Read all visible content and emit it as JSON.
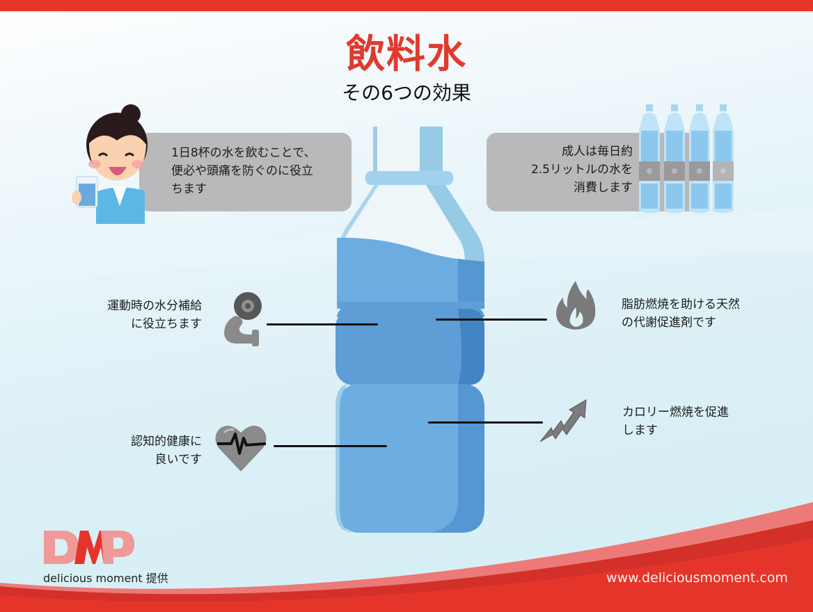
{
  "header": {
    "title": "飲料水",
    "subtitle": "その6つの効果"
  },
  "bubbles": {
    "left": {
      "lines": [
        "1日8杯の水を飲むことで、",
        "便必や頭痛を防ぐのに役立",
        "ちます"
      ]
    },
    "right": {
      "lines": [
        "成人は毎日約",
        "2.5リットルの水を",
        "消費します"
      ]
    }
  },
  "benefits": [
    {
      "id": "exercise",
      "icon": "flexed-arm-icon",
      "lines": [
        "運動時の水分補給",
        "に役立ちます"
      ]
    },
    {
      "id": "fat-burn",
      "icon": "flame-icon",
      "lines": [
        "脂肪燃焼を助ける天然",
        "の代謝促進剤です"
      ]
    },
    {
      "id": "cognitive",
      "icon": "heartbeat-icon",
      "lines": [
        "認知的健康に",
        "良いです"
      ]
    },
    {
      "id": "calorie",
      "icon": "upward-arrow-icon",
      "lines": [
        "カロリー燃焼を促進",
        "します"
      ]
    }
  ],
  "footer": {
    "logo_text": "DMP",
    "brand": "delicious moment 提供",
    "url": "www.deliciousmoment.com"
  },
  "colors": {
    "accent_red": "#e5352a",
    "title_red": "#e03a2e",
    "bubble_gray": "#b9b9bb",
    "water_blue": "#6aaade",
    "water_dark": "#4d8fcc",
    "icon_gray": "#7a7a7a"
  }
}
